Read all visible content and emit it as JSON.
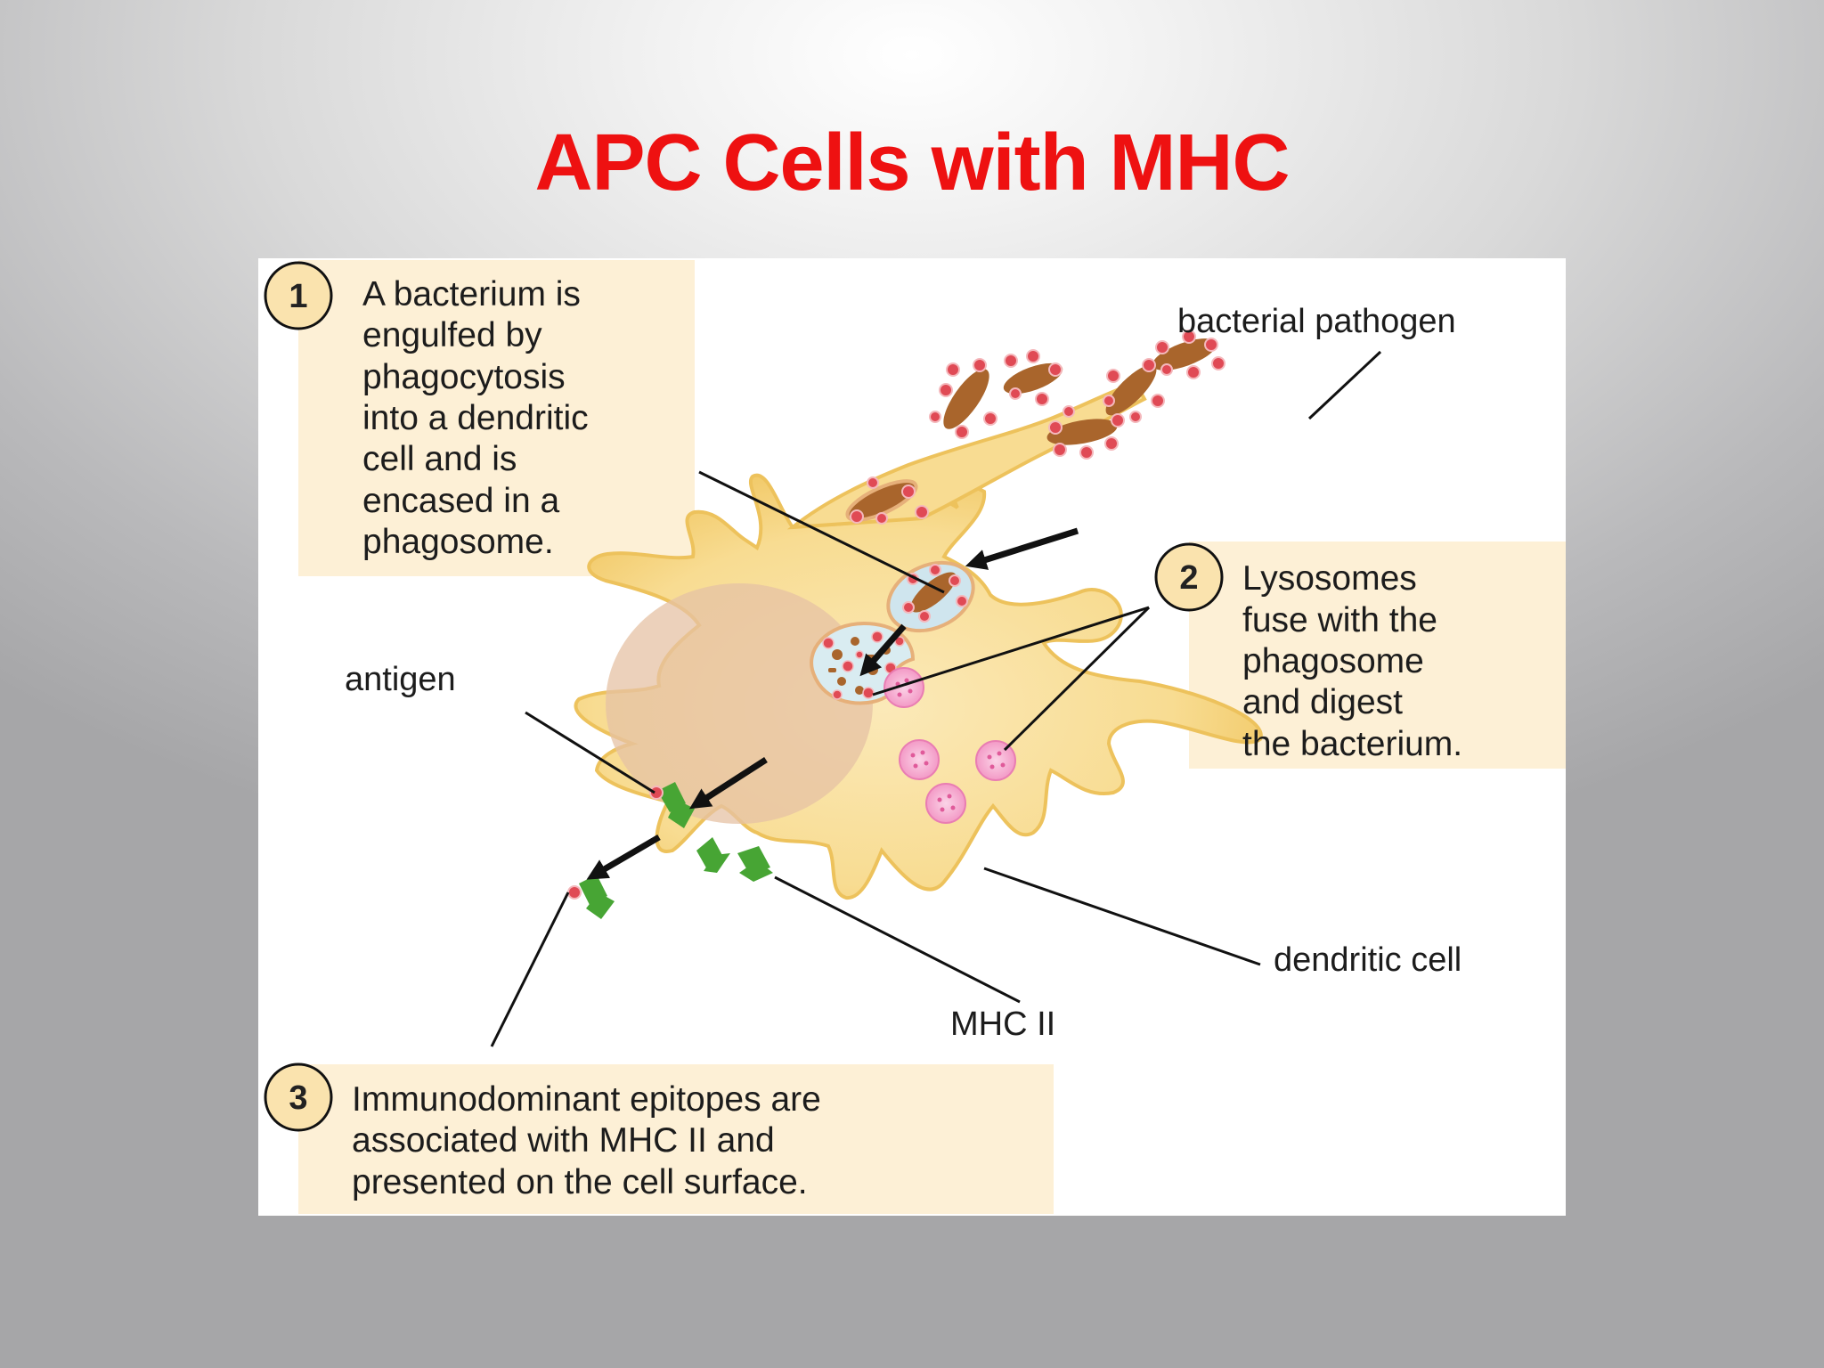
{
  "slide": {
    "title": "APC Cells with MHC"
  },
  "figure": {
    "steps": [
      {
        "number": "1",
        "lines": [
          "A bacterium is",
          "engulfed by",
          "phagocytosis",
          "into a dendritic",
          "cell and is",
          "encased in a",
          "phagosome."
        ]
      },
      {
        "number": "2",
        "lines": [
          "Lysosomes",
          "fuse with the",
          "phagosome",
          "and digest",
          "the bacterium."
        ]
      },
      {
        "number": "3",
        "lines": [
          "Immunodominant epitopes are",
          "associated with MHC II and",
          "presented on the cell surface."
        ]
      }
    ],
    "labels": {
      "bacterial_pathogen": "bacterial pathogen",
      "antigen": "antigen",
      "dendritic_cell": "dendritic cell",
      "mhc_ii": "MHC II"
    },
    "colors": {
      "title": "#ee1111",
      "caption_background": "#fdf0d6",
      "cell_membrane": "#f7d98a",
      "bacterium": "#a9652c",
      "antigen_dot": "#e04a55",
      "lysosome": "#f4a6cf",
      "mhc": "#47a534"
    }
  }
}
